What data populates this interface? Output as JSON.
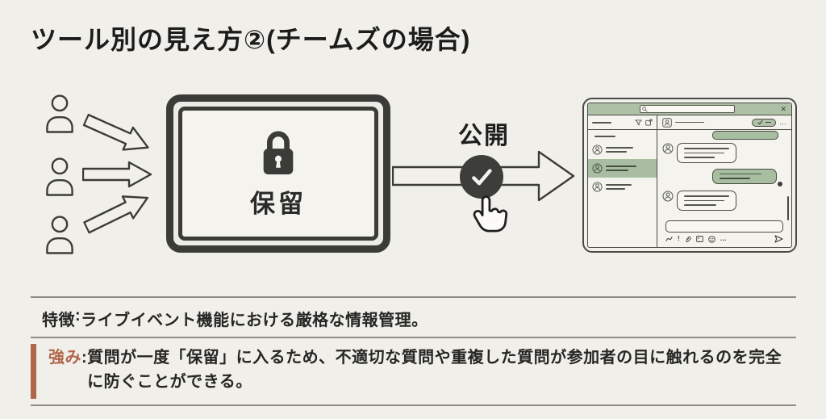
{
  "title": "ツール別の見え方②(チームズの場合)",
  "diagram": {
    "senders_icon": "person-outline",
    "hold_screen": {
      "lock_icon": "padlock",
      "label": "保留"
    },
    "publish": {
      "label": "公開",
      "check_glyph": "✓",
      "pointer_icon": "hand-cursor"
    }
  },
  "teams_mockup": {
    "titlebar": {
      "search_icon": "magnifier",
      "close_glyph": "✕"
    },
    "sidebar": {
      "filter_icon": "funnel",
      "popout_icon": "external-link",
      "avatar_icon": "person-circle",
      "selected_item_index": 1
    },
    "chat_header": {
      "avatar_icon": "person-square",
      "status_pill_check_glyph": "✓",
      "more_glyph": "…"
    },
    "composer": {
      "exclamation_glyph": "!",
      "more_glyph": "…",
      "send_icon": "paper-plane"
    }
  },
  "sections": {
    "feature": {
      "label": "特徴",
      "separator": ":",
      "text": "ライブイベント機能における厳格な情報管理。"
    },
    "strength": {
      "label": "強み",
      "separator": ":",
      "text": "質問が一度「保留」に入るため、不適切な質問や重複した質問が参加者の目に触れるのを完全に防ぐことができる。"
    }
  },
  "colors": {
    "background": "#f0efe9",
    "ink_dark": "#3b3b38",
    "sage_green": "#aec1a7",
    "bubble_green": "#a7bfa0",
    "rust_accent": "#b0664a",
    "divider_gray": "#8d8d87",
    "text_dark": "#262624"
  }
}
